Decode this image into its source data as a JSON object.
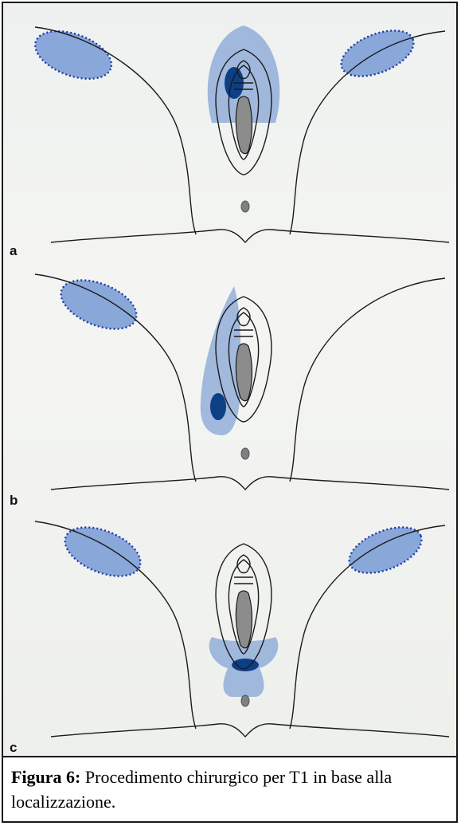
{
  "panels": [
    {
      "letter": "a",
      "variant": "upper"
    },
    {
      "letter": "b",
      "variant": "left"
    },
    {
      "letter": "c",
      "variant": "lower"
    }
  ],
  "caption": {
    "label": "Figura 6:",
    "text": " Procedimento chirurgico per T1 in base alla localizzazione."
  },
  "colors": {
    "field_fill": "#7f9fd4",
    "lesion_fill": "#0d3f86",
    "node_fill": "#8aa7d9",
    "node_stroke": "#1d3aa8",
    "outline": "#1a1a1a",
    "canal_fill": "#8c8c8c"
  },
  "icons": [
    "vulva-diagram-icon",
    "inguinal-node-region-icon",
    "lesion-icon",
    "anus-icon"
  ]
}
